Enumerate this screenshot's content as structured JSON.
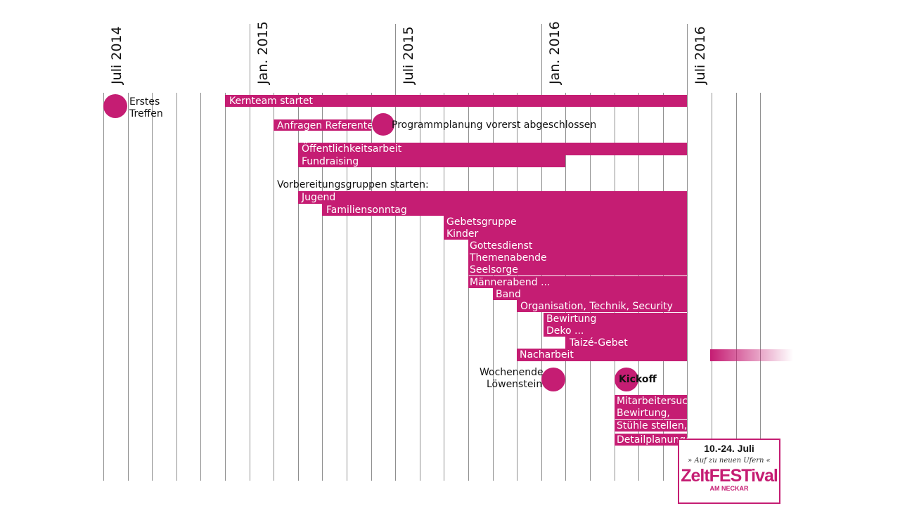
{
  "chart_data": {
    "type": "gantt",
    "time_axis": {
      "start": "2014-07",
      "end": "2016-10",
      "unit": "month",
      "tick_labels": [
        {
          "date": "2014-07",
          "label": "Juli 2014"
        },
        {
          "date": "2015-01",
          "label": "Jan. 2015"
        },
        {
          "date": "2015-07",
          "label": "Juli 2015"
        },
        {
          "date": "2016-01",
          "label": "Jan. 2016"
        },
        {
          "date": "2016-07",
          "label": "Juli 2016"
        }
      ]
    },
    "grid": true,
    "tasks": [
      {
        "label": "Kernteam startet",
        "start": "2014-12",
        "end": "2016-07"
      },
      {
        "label": "Anfragen Referenten",
        "start": "2015-02",
        "end": "2015-06"
      },
      {
        "label": "Öffentlichkeitsarbeit",
        "start": "2015-03",
        "end": "2016-07"
      },
      {
        "label": "Fundraising",
        "start": "2015-03",
        "end": "2016-02"
      },
      {
        "label": "Jugend",
        "start": "2015-03",
        "end": "2016-07"
      },
      {
        "label": "Familiensonntag",
        "start": "2015-04",
        "end": "2016-07"
      },
      {
        "label": "Gebetsgruppe",
        "start": "2015-09",
        "end": "2016-07"
      },
      {
        "label": "Kinder",
        "start": "2015-09",
        "end": "2016-07"
      },
      {
        "label": "Gottesdienst",
        "start": "2015-10",
        "end": "2016-07"
      },
      {
        "label": "Themenabende",
        "start": "2015-10",
        "end": "2016-07"
      },
      {
        "label": "Seelsorge",
        "start": "2015-10",
        "end": "2016-07"
      },
      {
        "label": "Männerabend ...",
        "start": "2015-10",
        "end": "2016-07"
      },
      {
        "label": "Band",
        "start": "2015-11",
        "end": "2016-07"
      },
      {
        "label": "Organisation, Technik, Security",
        "start": "2015-12",
        "end": "2016-07"
      },
      {
        "label": "Bewirtung",
        "start": "2016-01",
        "end": "2016-07"
      },
      {
        "label": "Deko ...",
        "start": "2016-01",
        "end": "2016-07"
      },
      {
        "label": "Taizé-Gebet",
        "start": "2016-02",
        "end": "2016-07"
      },
      {
        "label": "Nacharbeit",
        "start": "2015-12",
        "end": "2016-07"
      },
      {
        "label": "Mitarbeitersuche:",
        "start": "2016-04",
        "end": "2016-07"
      },
      {
        "label": "Bewirtung,",
        "start": "2016-04",
        "end": "2016-07"
      },
      {
        "label": "Stühle stellen, ...",
        "start": "2016-04",
        "end": "2016-07"
      },
      {
        "label": "Detailplanungen",
        "start": "2016-04",
        "end": "2016-07"
      }
    ],
    "milestones": [
      {
        "label_lines": [
          "Erstes",
          "Treffen"
        ],
        "date": "2014-07"
      },
      {
        "label": "Programmplanung vorerst abgeschlossen",
        "date": "2015-06"
      },
      {
        "label_lines": [
          "Wochenende",
          "Löwenstein"
        ],
        "date": "2016-01"
      },
      {
        "label": "Kickoff",
        "date": "2016-04"
      }
    ],
    "annotations": [
      "Vorbereitungsgruppen starten:"
    ]
  },
  "logo": {
    "dates": "10.-24. Juli",
    "tagline": "» Auf zu neuen Ufern «",
    "name": "ZeltFESTival",
    "subtitle": "AM NECKAR"
  },
  "colors": {
    "accent": "#c51d73",
    "grid": "#8f8f8f"
  }
}
